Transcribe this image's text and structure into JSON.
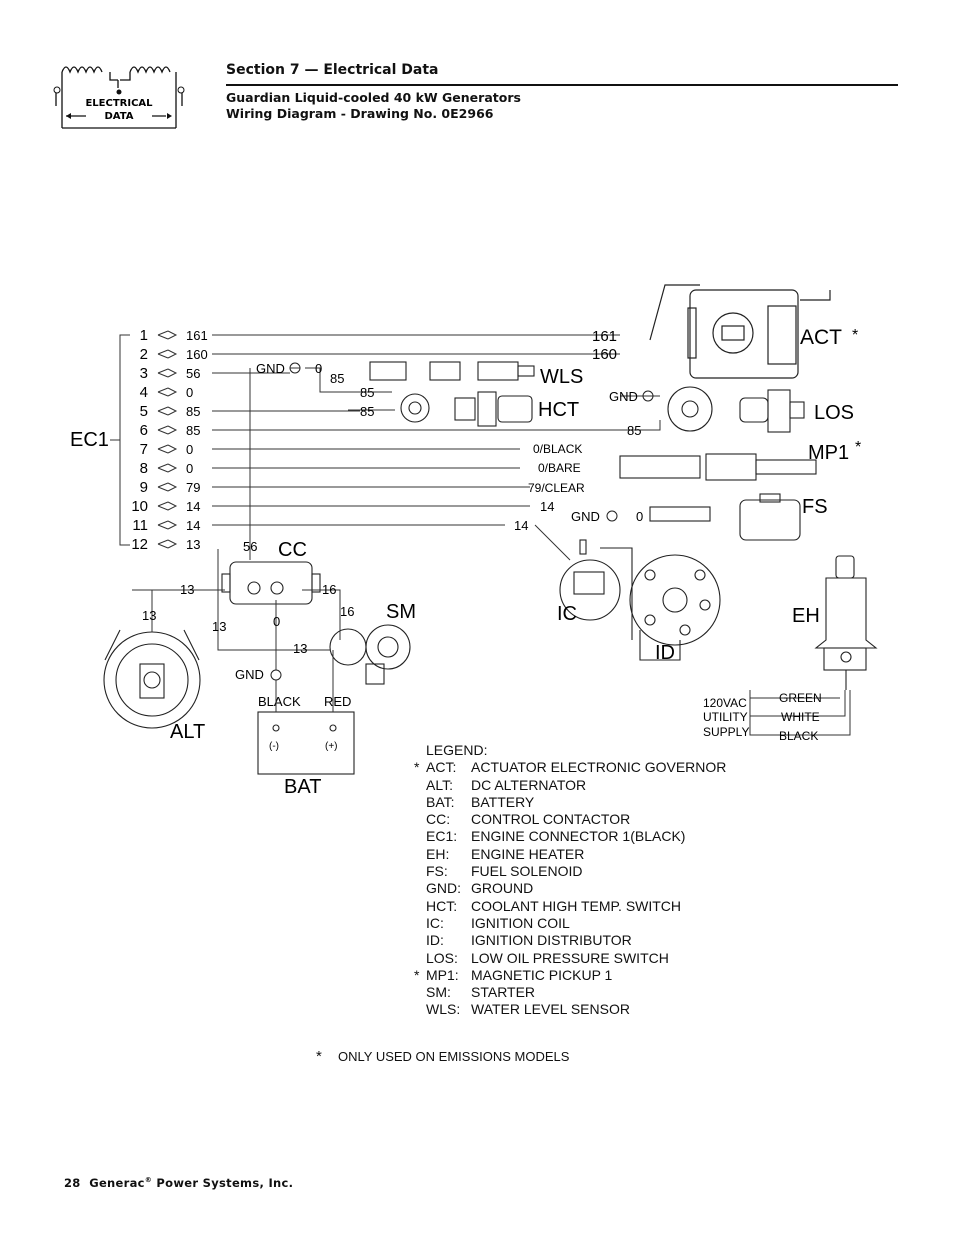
{
  "logo": {
    "text_line1": "ELECTRICAL",
    "text_line2": "DATA"
  },
  "header": {
    "section": "Section 7 — Electrical Data",
    "subtitle1": "Guardian Liquid-cooled 40 kW Generators",
    "subtitle2": "Wiring Diagram - Drawing No. 0E2966"
  },
  "connector": {
    "name": "EC1",
    "pins": [
      "1",
      "2",
      "3",
      "4",
      "5",
      "6",
      "7",
      "8",
      "9",
      "10",
      "11",
      "12"
    ],
    "wires": [
      "161",
      "160",
      "56",
      "0",
      "85",
      "85",
      "0",
      "0",
      "79",
      "14",
      "14",
      "13"
    ]
  },
  "diagram_labels": {
    "act": "ACT",
    "wls": "WLS",
    "hct": "HCT",
    "los": "LOS",
    "mp1": "MP1",
    "fs": "FS",
    "cc": "CC",
    "sm": "SM",
    "ic": "IC",
    "id": "ID",
    "eh": "EH",
    "alt": "ALT",
    "bat": "BAT",
    "star": "*",
    "gnd": "GND",
    "w161": "161",
    "w160": "160",
    "w85": "85",
    "w0": "0",
    "w14": "14",
    "w13": "13",
    "w16": "16",
    "w56": "56",
    "black0": "0/BLACK",
    "bare0": "0/BARE",
    "clear79": "79/CLEAR",
    "black": "BLACK",
    "red": "RED",
    "neg": "(-)",
    "pos": "(+)",
    "utility1": "120VAC",
    "utility2": "UTILITY",
    "utility3": "SUPPLY",
    "green": "GREEN",
    "white": "WHITE",
    "black2": "BLACK"
  },
  "legend": {
    "title": "LEGEND:",
    "items": [
      {
        "star": "*",
        "code": "ACT:",
        "desc": "ACTUATOR ELECTRONIC GOVERNOR"
      },
      {
        "star": "",
        "code": "ALT:",
        "desc": "DC ALTERNATOR"
      },
      {
        "star": "",
        "code": "BAT:",
        "desc": "BATTERY"
      },
      {
        "star": "",
        "code": "CC:",
        "desc": "CONTROL CONTACTOR"
      },
      {
        "star": "",
        "code": "EC1:",
        "desc": "ENGINE CONNECTOR 1(BLACK)"
      },
      {
        "star": "",
        "code": "EH:",
        "desc": "ENGINE HEATER"
      },
      {
        "star": "",
        "code": "FS:",
        "desc": "FUEL SOLENOID"
      },
      {
        "star": "",
        "code": "GND:",
        "desc": "GROUND"
      },
      {
        "star": "",
        "code": "HCT:",
        "desc": "COOLANT HIGH TEMP. SWITCH"
      },
      {
        "star": "",
        "code": "IC:",
        "desc": "IGNITION COIL"
      },
      {
        "star": "",
        "code": "ID:",
        "desc": "IGNITION DISTRIBUTOR"
      },
      {
        "star": "",
        "code": "LOS:",
        "desc": "LOW OIL PRESSURE SWITCH"
      },
      {
        "star": "*",
        "code": "MP1:",
        "desc": "MAGNETIC PICKUP 1"
      },
      {
        "star": "",
        "code": "SM:",
        "desc": "STARTER"
      },
      {
        "star": "",
        "code": "WLS:",
        "desc": "WATER LEVEL SENSOR"
      }
    ]
  },
  "note": {
    "star": "*",
    "text": "ONLY USED ON EMISSIONS MODELS"
  },
  "footer": {
    "page": "28",
    "company": "Generac",
    "reg": "®",
    "rest": " Power Systems, Inc."
  }
}
